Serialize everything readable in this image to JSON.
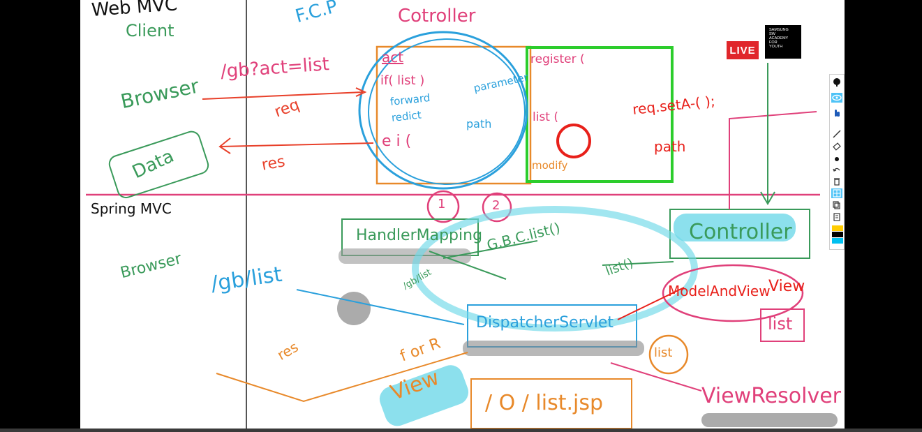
{
  "live_badge": "LIVE",
  "academy": {
    "line1": "SAMSUNG",
    "line2": "SW",
    "line3": "ACADEMY",
    "line4": "FOR",
    "line5": "YOUTH"
  },
  "whiteboard": {
    "web_mvc": {
      "title": "Web  MVC",
      "client": "Client",
      "browser": "Browser",
      "data": "Data",
      "fcp": "F.C.P",
      "controller": "Cotroller",
      "request_url": "/gb?act=list",
      "req": "req",
      "res": "res",
      "act": "act",
      "if_list": "if( list )",
      "forward": "forward",
      "redirect": "redict",
      "else": "e i (",
      "param": "parameter",
      "path": "path",
      "register": "register (",
      "list_method": "list (",
      "modify": "modify",
      "set_attr": "req.setA-( );",
      "path2": "path"
    },
    "spring_mvc": {
      "title": "Spring MVC",
      "browser": "Browser",
      "handler_mapping": "HandlerMapping",
      "gbc_list": "G.B.C.list()",
      "request_url": "/gb/list",
      "gb_list_small": "/gb/list",
      "dispatcher": "DispatcherServlet",
      "controller": "Controller",
      "list_call": "list()",
      "model_and_view": "ModelAndView",
      "view_box": "View",
      "list_label": "list",
      "list_circle": "list",
      "view_resolver": "ViewResolver",
      "view": "View",
      "forward_label": "f or R",
      "res": "res",
      "jsp_path": "/ O / list.jsp",
      "num1": "1",
      "num2": "2"
    }
  },
  "toolbar": {
    "items": [
      "info-icon",
      "eye-icon",
      "hand-icon",
      "pen-icon",
      "eraser-icon",
      "dot-icon",
      "undo-icon",
      "trash-icon",
      "grid-icon",
      "copy-icon",
      "page-icon"
    ],
    "colors": [
      "#ffcc00",
      "#000000",
      "#00c0f0"
    ]
  }
}
